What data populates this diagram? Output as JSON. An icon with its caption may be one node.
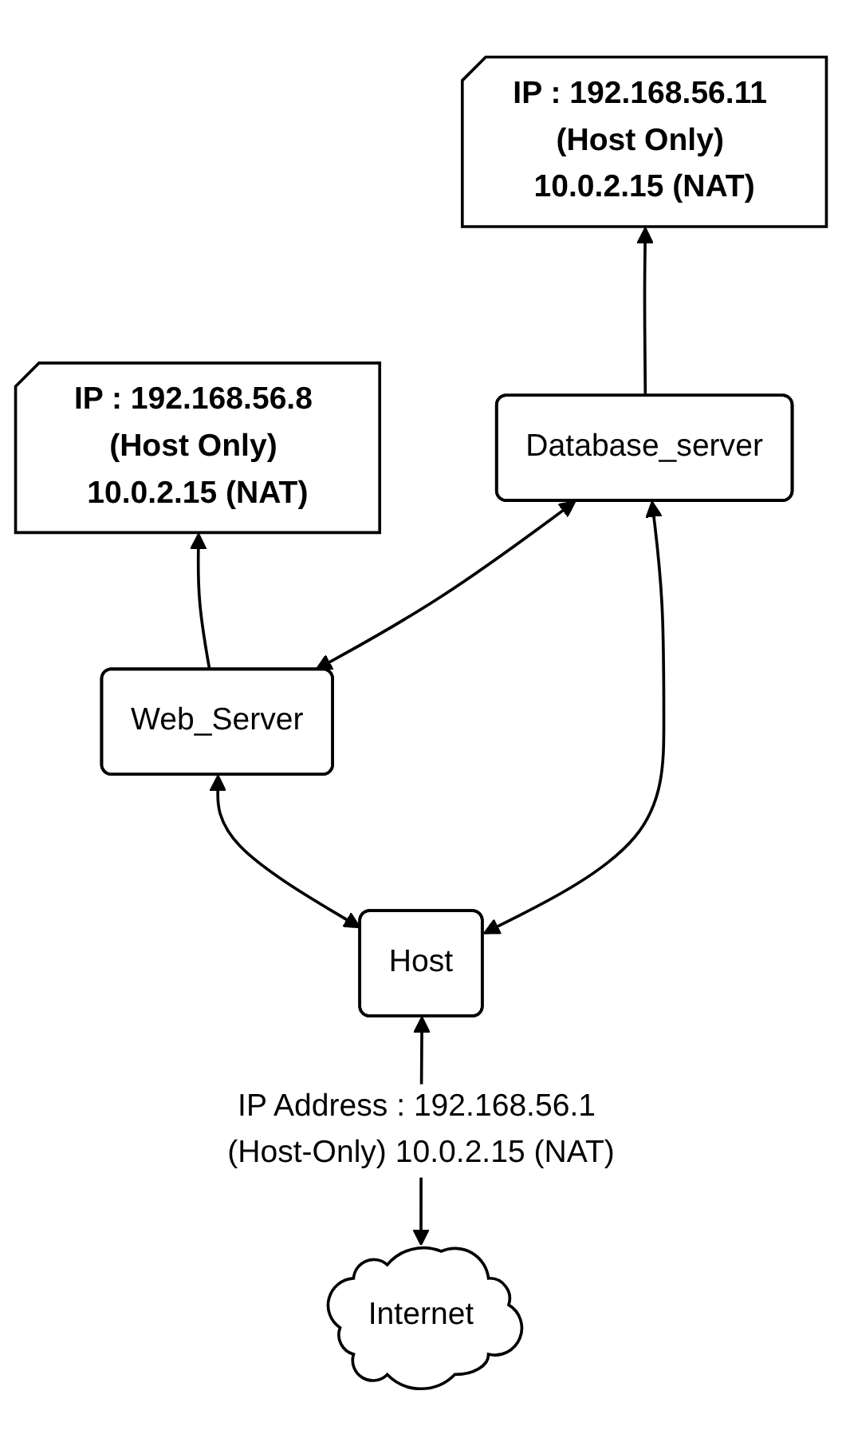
{
  "diagram": {
    "nodes": [
      {
        "text": [
          "IP : 192.168.56.8 (Host Only) 10.0.2.15 (NAT)"
        ]
      },
      {
        "text": [
          "IP : 192.168.56.11 (Host Only) 10.0.2.15 (NAT)"
        ]
      },
      {
        "text": [
          "Web_Server"
        ]
      },
      {
        "text": [
          "Database_server"
        ]
      },
      {
        "text": [
          "Host"
        ]
      },
      {
        "text": [
          "Internet"
        ]
      }
    ],
    "edges": [
      {
        "from": 2,
        "to": 0,
        "arrow": "to"
      },
      {
        "from": 3,
        "to": 1,
        "arrow": "to"
      },
      {
        "from": 2,
        "to": 3,
        "arrow": "both"
      },
      {
        "from": 4,
        "to": 2,
        "arrow": "both"
      },
      {
        "from": 4,
        "to": 3,
        "arrow": "both"
      },
      {
        "from": 5,
        "to": 4,
        "arrow": "both",
        "label": "IP Address : 192.168.56.1 (Host-Only) 10.0.2.15 (NAT)"
      }
    ]
  }
}
